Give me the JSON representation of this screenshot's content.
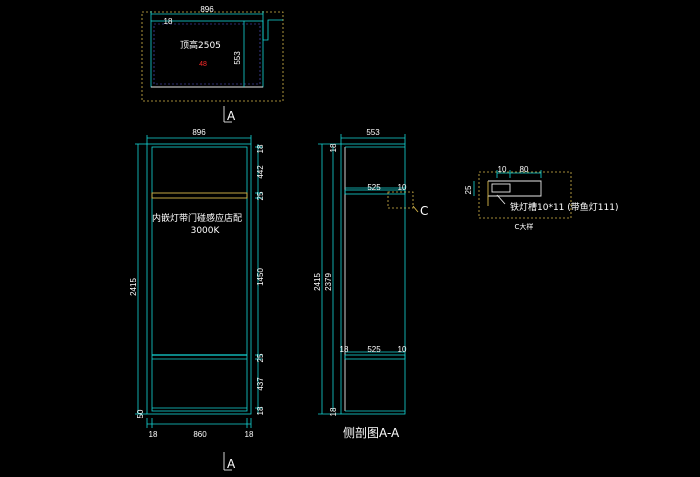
{
  "plan": {
    "width_dim": "896",
    "left_dim": "18",
    "depth_dim": "553",
    "ceiling_label": "顶高2505",
    "red_mark": "48"
  },
  "section_marks": {
    "top": "A",
    "bottom": "A"
  },
  "front": {
    "width_dim": "896",
    "bottom_width_dim": "860",
    "bottom_left_dim": "18",
    "bottom_right_dim": "18",
    "height_dim": "2415",
    "right_dims": [
      "18",
      "442",
      "25",
      "1450",
      "25",
      "437",
      "18"
    ],
    "bottom_left_small": "50",
    "light_label": "内嵌灯带门碰感应店配",
    "light_temp": "3000K"
  },
  "side": {
    "depth_dim": "553",
    "left_dims": [
      "18",
      "2415",
      "2379",
      "18"
    ],
    "shelf_top_dim": "525",
    "shelf_top_right": "10",
    "shelf_bottom_left": "18",
    "shelf_bottom_dim": "525",
    "shelf_bottom_right": "10",
    "callout": "C",
    "title": "侧剖图A-A"
  },
  "detail": {
    "dim_a": "10",
    "dim_b": "80",
    "dim_c": "25",
    "note": "铁灯槽10*11 (带鱼灯111)",
    "title": "C大样"
  }
}
